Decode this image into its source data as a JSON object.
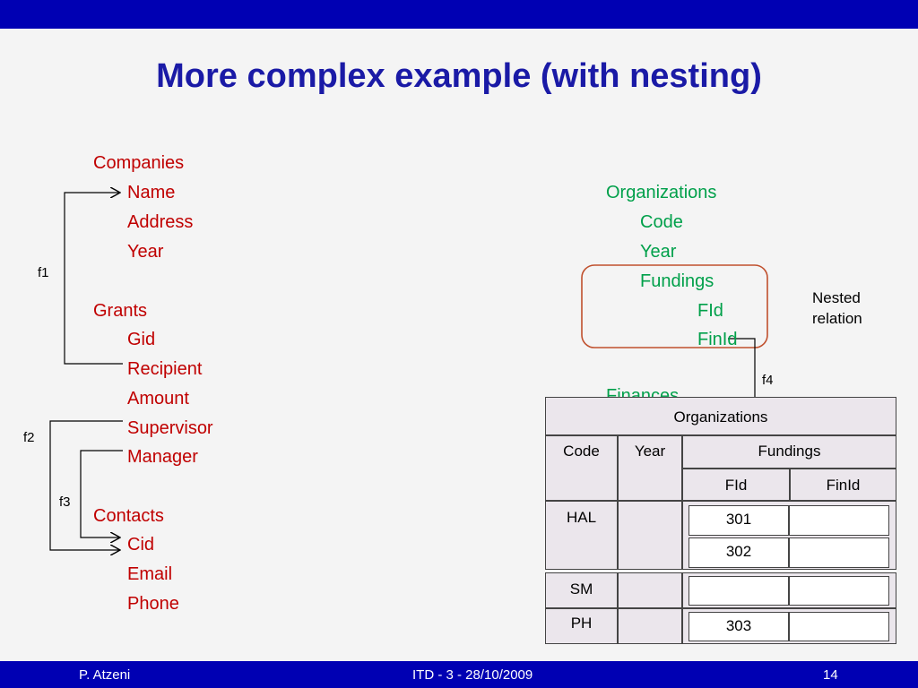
{
  "slide": {
    "title": "More complex example (with nesting)"
  },
  "left_schema": {
    "companies": {
      "name": "Companies",
      "fields": [
        "Name",
        "Address",
        "Year"
      ]
    },
    "grants": {
      "name": "Grants",
      "fields": [
        "Gid",
        "Recipient",
        "Amount",
        "Supervisor",
        "Manager"
      ]
    },
    "contacts": {
      "name": "Contacts",
      "fields": [
        "Cid",
        "Email",
        "Phone"
      ]
    }
  },
  "right_schema": {
    "organizations": {
      "name": "Organizations",
      "fields": [
        "Code",
        "Year",
        "Fundings"
      ],
      "nested_fields": [
        "FId",
        "FinId"
      ]
    },
    "finances_partial": "Finances",
    "nested_note": [
      "Nested",
      "relation"
    ]
  },
  "mappings": {
    "f1": "f1",
    "f2": "f2",
    "f3": "f3",
    "f4": "f4"
  },
  "instance_table": {
    "title": "Organizations",
    "headers": {
      "code": "Code",
      "year": "Year",
      "fundings": "Fundings",
      "fid": "FId",
      "finid": "FinId"
    },
    "rows": [
      {
        "code": "HAL",
        "fids": [
          "301",
          "302"
        ]
      },
      {
        "code": "SM",
        "fids": [
          ""
        ]
      },
      {
        "code": "PH",
        "fids": [
          "303"
        ]
      }
    ]
  },
  "footer": {
    "author": "P. Atzeni",
    "course": "ITD - 3 - 28/10/2009",
    "page": "14"
  },
  "colors": {
    "bar": "#0000b3",
    "title": "#1a1aa6",
    "source_schema": "#c00000",
    "target_schema": "#00a04a",
    "highlight": "#c0502d"
  }
}
